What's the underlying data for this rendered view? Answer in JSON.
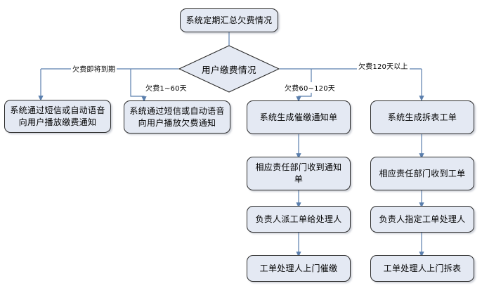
{
  "diagram": {
    "title_node": {
      "label": "系统定期汇总欠费情况"
    },
    "decision": {
      "label": "用户缴费情况"
    },
    "edge_labels": {
      "branch_soon_due": "欠费即将到期",
      "branch_1_60": "欠费1~60天",
      "branch_60_120": "欠费60~120天",
      "branch_over_120": "欠费120天以上"
    },
    "columns": [
      {
        "name": "soon-due",
        "steps": [
          {
            "label": "系统通过短信或自动语音向用户播放缴费通知"
          }
        ]
      },
      {
        "name": "overdue-1-60",
        "steps": [
          {
            "label": "系统通过短信或自动语音向用户播放欠费通知"
          }
        ]
      },
      {
        "name": "overdue-60-120",
        "steps": [
          {
            "label": "系统生成催缴通知单"
          },
          {
            "label": "相应责任部门收到通知单"
          },
          {
            "label": "负责人派工单给处理人"
          },
          {
            "label": "工单处理人上门催缴"
          }
        ]
      },
      {
        "name": "overdue-over-120",
        "steps": [
          {
            "label": "系统生成拆表工单"
          },
          {
            "label": "相应责任部门收到工单"
          },
          {
            "label": "负责人指定工单处理人"
          },
          {
            "label": "工单处理人上门拆表"
          }
        ]
      }
    ],
    "colors": {
      "node_fill": "#e4e9f3",
      "node_border": "#2b2b2b",
      "connector": "#5b7fad",
      "background": "#ffffff"
    }
  }
}
